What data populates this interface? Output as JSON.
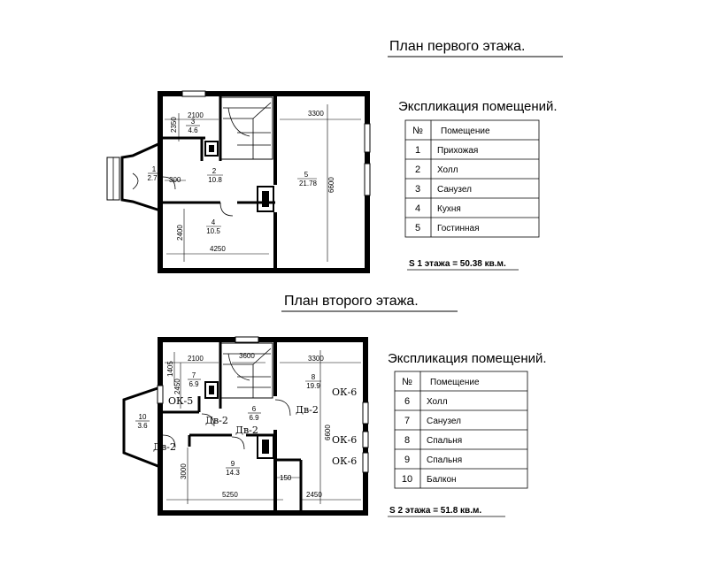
{
  "floor1": {
    "title": "План первого этажа.",
    "expl_title": "Экспликация помещений.",
    "headers": {
      "num": "№",
      "name": "Помещение"
    },
    "rooms": [
      {
        "num": "1",
        "name": "Прихожая",
        "area": "2.7"
      },
      {
        "num": "2",
        "name": "Холл",
        "area": "10.8"
      },
      {
        "num": "3",
        "name": "Санузел",
        "area": "4.6"
      },
      {
        "num": "4",
        "name": "Кухня",
        "area": "10.5"
      },
      {
        "num": "5",
        "name": "Гостинная",
        "area": "21.78"
      }
    ],
    "dims": [
      "2100",
      "3300",
      "2350",
      "300",
      "6600",
      "2400",
      "4250"
    ],
    "total": "S 1 этажа = 50.38 кв.м."
  },
  "floor2": {
    "title": "План второго этажа.",
    "expl_title": "Экспликация помещений.",
    "headers": {
      "num": "№",
      "name": "Помещение"
    },
    "rooms": [
      {
        "num": "6",
        "name": "Холл",
        "area": "6.9"
      },
      {
        "num": "7",
        "name": "Санузел",
        "area": "6.9"
      },
      {
        "num": "8",
        "name": "Спальня",
        "area": "19.9"
      },
      {
        "num": "9",
        "name": "Спальня",
        "area": "14.3"
      },
      {
        "num": "10",
        "name": "Балкон",
        "area": "3.6"
      }
    ],
    "dims": [
      "2100",
      "3600",
      "3300",
      "1405",
      "2450",
      "6600",
      "3000",
      "150",
      "5250",
      "2450"
    ],
    "marks": [
      "ОК-6",
      "ОК-5",
      "Дв-2",
      "Дв-2",
      "Дв-2",
      "ОК-6",
      "ОК-6",
      "Дв-2"
    ],
    "total": "S 2 этажа = 51.8 кв.м."
  }
}
